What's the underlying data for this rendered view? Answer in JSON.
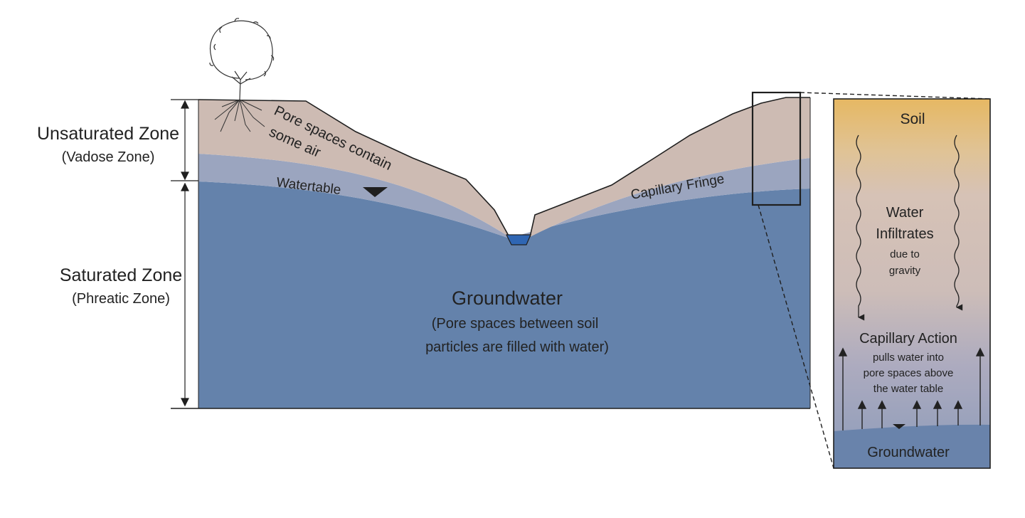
{
  "labels": {
    "unsaturated_zone": "Unsaturated Zone",
    "vadose_zone": "(Vadose Zone)",
    "saturated_zone": "Saturated Zone",
    "phreatic_zone": "(Phreatic Zone)",
    "pore_spaces_line1": "Pore spaces contain",
    "pore_spaces_line2": "some air",
    "watertable": "Watertable",
    "capillary_fringe": "Capillary Fringe",
    "groundwater_title": "Groundwater",
    "groundwater_line1": "(Pore spaces between soil",
    "groundwater_line2": "particles are filled with water)"
  },
  "inset": {
    "soil": "Soil",
    "water_line1": "Water",
    "water_line2": "Infiltrates",
    "water_line3": "due to",
    "water_line4": "gravity",
    "capillary_title": "Capillary Action",
    "capillary_line1": "pulls water into",
    "capillary_line2": "pore spaces above",
    "capillary_line3": "the water table",
    "groundwater": "Groundwater"
  },
  "colors": {
    "soil": "#cdbbb3",
    "fringe": "#9ba5bf",
    "groundwater": "#6482ab",
    "stream": "#2f66b3",
    "inset_top": "#e6b863",
    "inset_bottom_water": "#6983ab",
    "outline": "#1f1f1f"
  }
}
